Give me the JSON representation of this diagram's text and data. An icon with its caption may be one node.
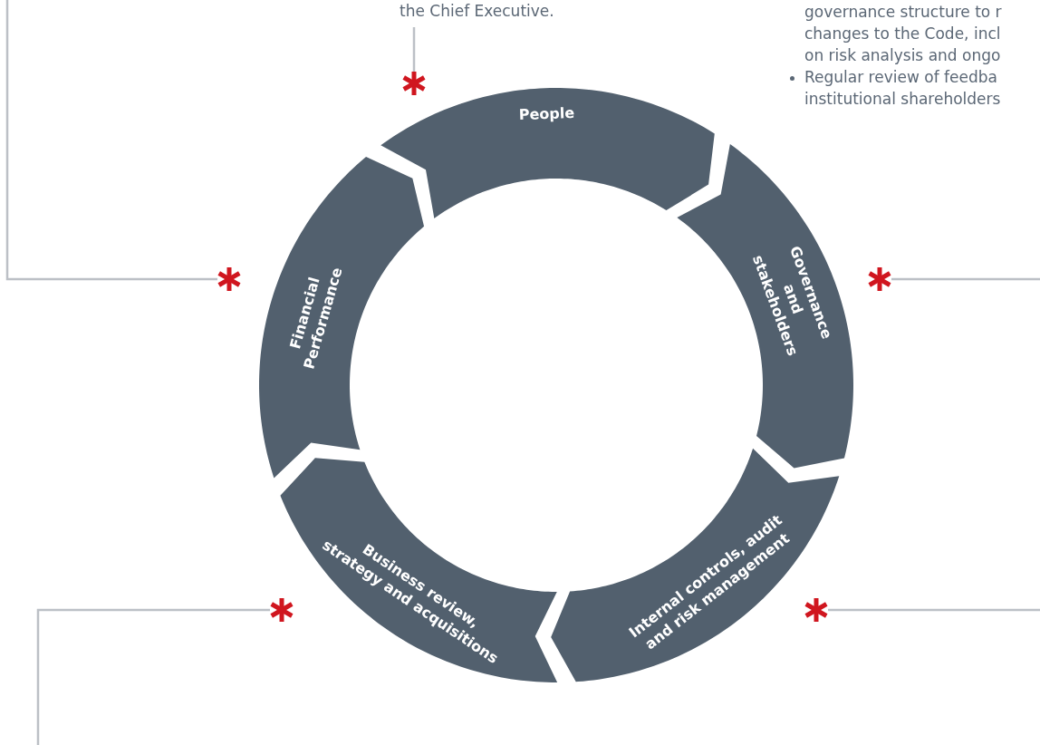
{
  "diagram": {
    "nodes": [
      {
        "text": [
          "People"
        ]
      },
      {
        "text": [
          "Governance and stakeholders"
        ]
      },
      {
        "text": [
          "Internal controls, audit and risk management"
        ]
      },
      {
        "text": [
          "Business review, strategy and acquisitions"
        ]
      },
      {
        "text": [
          "Financial Performance"
        ]
      },
      {
        "text": [
          "the Chief Executive."
        ]
      },
      {
        "text": [],
        "shape": "asterisk"
      },
      {
        "text": [],
        "shape": "asterisk"
      },
      {
        "text": [],
        "shape": "asterisk"
      },
      {
        "text": [],
        "shape": "asterisk"
      },
      {
        "text": [],
        "shape": "asterisk"
      }
    ],
    "edges": [
      {
        "from": 5,
        "to": 6,
        "arrow": "none"
      },
      {
        "from": null,
        "to": 7,
        "arrow": "none"
      },
      {
        "from": null,
        "to": 8,
        "arrow": "none"
      },
      {
        "from": null,
        "to": 9,
        "arrow": "none"
      },
      {
        "from": null,
        "to": 10,
        "arrow": "none"
      }
    ],
    "labels": [
      "governance structure to r changes to the Code, incl on risk analysis and ongo",
      "Regular review of feedba institutional shareholders"
    ]
  }
}
